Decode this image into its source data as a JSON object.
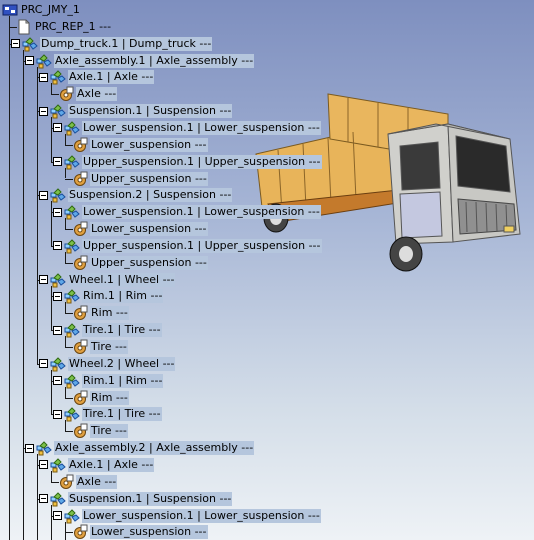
{
  "tree": [
    {
      "label": "PRC_JMY_1",
      "depth": 0,
      "icon": "root-product-icon",
      "toggle": false,
      "highlight": false
    },
    {
      "label": "PRC_REP_1 ---",
      "depth": 1,
      "icon": "document-icon",
      "toggle": false,
      "highlight": false
    },
    {
      "label": "Dump_truck.1 | Dump_truck ---",
      "depth": 1,
      "icon": "assembly-icon",
      "toggle": true,
      "highlight": true
    },
    {
      "label": "Axle_assembly.1 | Axle_assembly ---",
      "depth": 2,
      "icon": "assembly-icon",
      "toggle": true,
      "highlight": true
    },
    {
      "label": "Axle.1 | Axle ---",
      "depth": 3,
      "icon": "assembly-icon",
      "toggle": true,
      "highlight": true
    },
    {
      "label": "Axle ---",
      "depth": 4,
      "icon": "part-icon",
      "toggle": false,
      "highlight": true
    },
    {
      "label": "Suspension.1 | Suspension ---",
      "depth": 3,
      "icon": "assembly-icon",
      "toggle": true,
      "highlight": true
    },
    {
      "label": "Lower_suspension.1 | Lower_suspension ---",
      "depth": 4,
      "icon": "assembly-icon",
      "toggle": true,
      "highlight": true
    },
    {
      "label": "Lower_suspension ---",
      "depth": 5,
      "icon": "part-icon",
      "toggle": false,
      "highlight": true
    },
    {
      "label": "Upper_suspension.1 | Upper_suspension ---",
      "depth": 4,
      "icon": "assembly-icon",
      "toggle": true,
      "highlight": true
    },
    {
      "label": "Upper_suspension ---",
      "depth": 5,
      "icon": "part-icon",
      "toggle": false,
      "highlight": true
    },
    {
      "label": "Suspension.2 | Suspension ---",
      "depth": 3,
      "icon": "assembly-icon",
      "toggle": true,
      "highlight": true
    },
    {
      "label": "Lower_suspension.1 | Lower_suspension ---",
      "depth": 4,
      "icon": "assembly-icon",
      "toggle": true,
      "highlight": true
    },
    {
      "label": "Lower_suspension ---",
      "depth": 5,
      "icon": "part-icon",
      "toggle": false,
      "highlight": true
    },
    {
      "label": "Upper_suspension.1 | Upper_suspension ---",
      "depth": 4,
      "icon": "assembly-icon",
      "toggle": true,
      "highlight": true
    },
    {
      "label": "Upper_suspension ---",
      "depth": 5,
      "icon": "part-icon",
      "toggle": false,
      "highlight": true
    },
    {
      "label": "Wheel.1 | Wheel ---",
      "depth": 3,
      "icon": "assembly-icon",
      "toggle": true,
      "highlight": true
    },
    {
      "label": "Rim.1 | Rim ---",
      "depth": 4,
      "icon": "assembly-icon",
      "toggle": true,
      "highlight": true
    },
    {
      "label": "Rim ---",
      "depth": 5,
      "icon": "part-icon",
      "toggle": false,
      "highlight": true
    },
    {
      "label": "Tire.1 | Tire ---",
      "depth": 4,
      "icon": "assembly-icon",
      "toggle": true,
      "highlight": true
    },
    {
      "label": "Tire ---",
      "depth": 5,
      "icon": "part-icon",
      "toggle": false,
      "highlight": true
    },
    {
      "label": "Wheel.2 | Wheel ---",
      "depth": 3,
      "icon": "assembly-icon",
      "toggle": true,
      "highlight": true
    },
    {
      "label": "Rim.1 | Rim ---",
      "depth": 4,
      "icon": "assembly-icon",
      "toggle": true,
      "highlight": true
    },
    {
      "label": "Rim ---",
      "depth": 5,
      "icon": "part-icon",
      "toggle": false,
      "highlight": true
    },
    {
      "label": "Tire.1 | Tire ---",
      "depth": 4,
      "icon": "assembly-icon",
      "toggle": true,
      "highlight": true
    },
    {
      "label": "Tire ---",
      "depth": 5,
      "icon": "part-icon",
      "toggle": false,
      "highlight": true
    },
    {
      "label": "Axle_assembly.2 | Axle_assembly ---",
      "depth": 2,
      "icon": "assembly-icon",
      "toggle": true,
      "highlight": true
    },
    {
      "label": "Axle.1 | Axle ---",
      "depth": 3,
      "icon": "assembly-icon",
      "toggle": true,
      "highlight": true
    },
    {
      "label": "Axle ---",
      "depth": 4,
      "icon": "part-icon",
      "toggle": false,
      "highlight": true
    },
    {
      "label": "Suspension.1 | Suspension ---",
      "depth": 3,
      "icon": "assembly-icon",
      "toggle": true,
      "highlight": true
    },
    {
      "label": "Lower_suspension.1 | Lower_suspension ---",
      "depth": 4,
      "icon": "assembly-icon",
      "toggle": true,
      "highlight": true
    },
    {
      "label": "Lower_suspension ---",
      "depth": 5,
      "icon": "part-icon",
      "toggle": false,
      "highlight": true
    }
  ],
  "colors": {
    "highlight": "#b5c6dd",
    "truck_bed": "#e8b45a",
    "truck_cab": "#c8c8c4",
    "truck_chassis": "#c47a2c"
  }
}
